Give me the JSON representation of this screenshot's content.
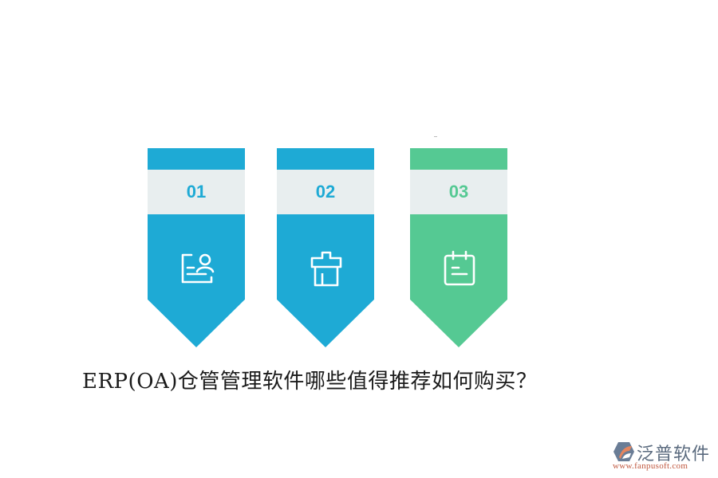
{
  "title": "ERP(OA)仓管管理软件哪些值得推荐如何购买？",
  "colors": {
    "blue": "#1eaad5",
    "green": "#55c993",
    "label_bg": "#e8eeef",
    "title_text": "#1a1a1a"
  },
  "banners": [
    {
      "number": "01",
      "icon": "profile-card-icon",
      "color": "#1eaad5"
    },
    {
      "number": "02",
      "icon": "shop-box-icon",
      "color": "#1eaad5"
    },
    {
      "number": "03",
      "icon": "calendar-icon",
      "color": "#55c993"
    }
  ],
  "logo": {
    "name": "泛普软件",
    "url": "www.fanpusoft.com"
  }
}
